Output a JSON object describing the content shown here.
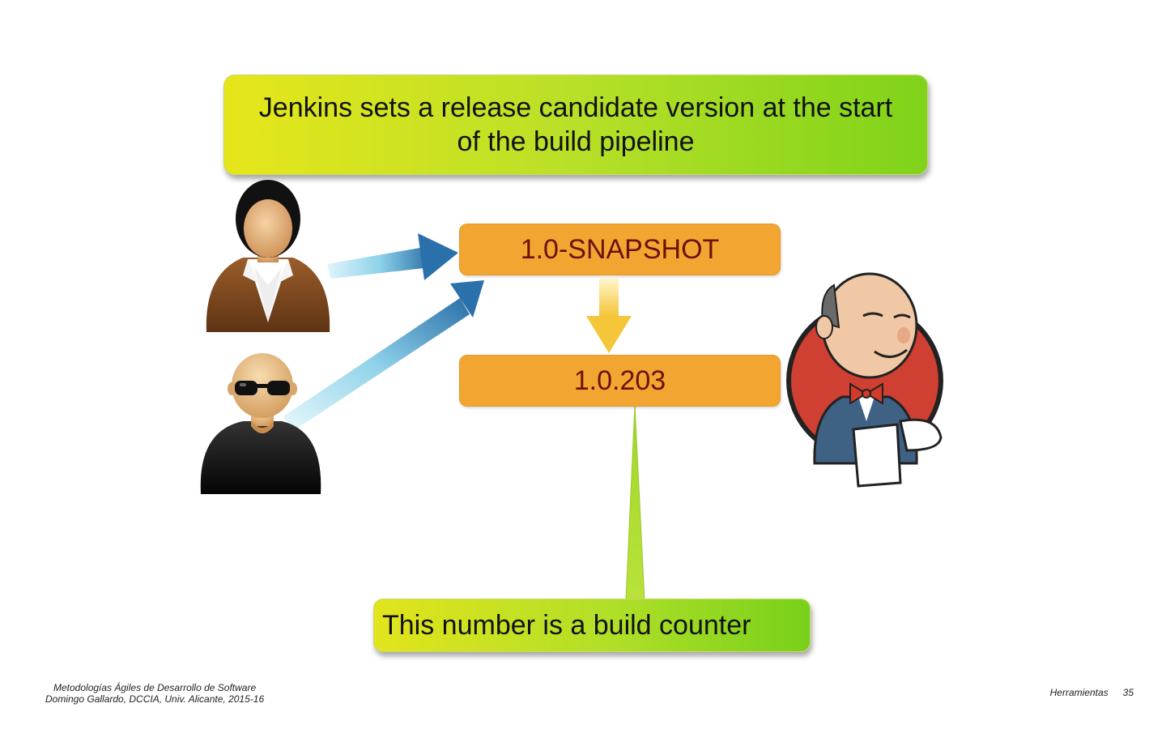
{
  "callout_top": {
    "text": "Jenkins sets a release candidate version at the start of the build pipeline"
  },
  "versions": {
    "snapshot": "1.0-SNAPSHOT",
    "release": "1.0.203"
  },
  "callout_bottom": {
    "text": "This number is a build counter"
  },
  "footer": {
    "course": "Metodologías Ágiles de Desarrollo de Software",
    "author": "Domingo Gallardo, DCCIA, Univ. Alicante, 2015-16",
    "section": "Herramientas",
    "page": "35"
  },
  "icons": {
    "developer_woman": "woman-developer-icon",
    "developer_man": "man-sunglasses-developer-icon",
    "jenkins": "jenkins-butler-icon"
  },
  "colors": {
    "version_box": "#f2a631",
    "version_text": "#6a1208",
    "callout_green": "#a8dc28",
    "arrow_blue": "#2a7fb8"
  }
}
